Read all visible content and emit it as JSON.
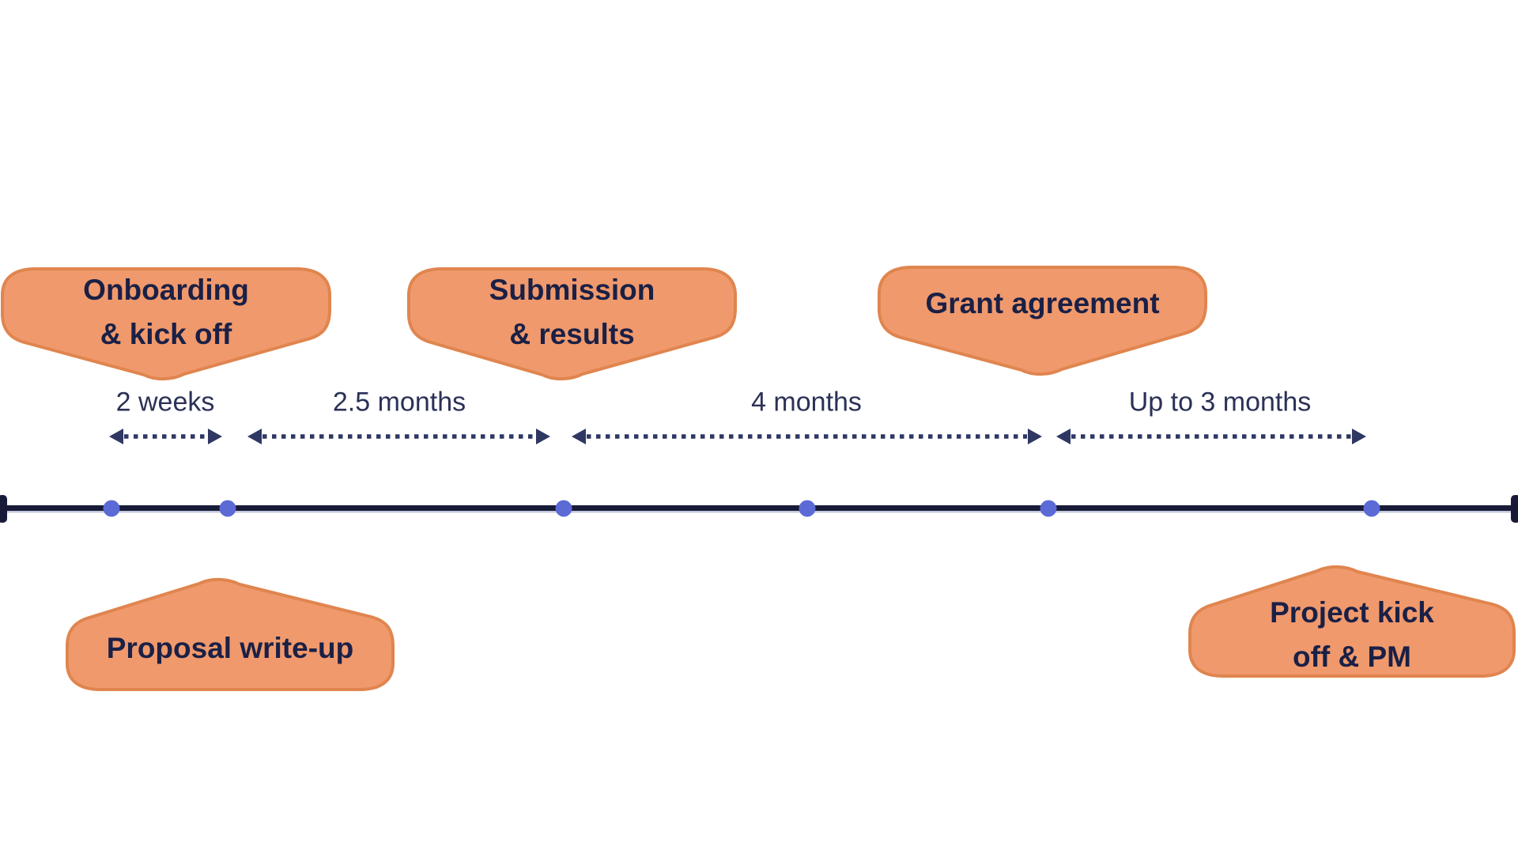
{
  "diagram": {
    "type": "timeline",
    "stages_above": [
      {
        "label": "Onboarding & kick off",
        "lines": [
          "Onboarding",
          "& kick off"
        ]
      },
      {
        "label": "Submission & results",
        "lines": [
          "Submission",
          "& results"
        ]
      },
      {
        "label": "Grant agreement",
        "lines": [
          "Grant agreement"
        ]
      }
    ],
    "stages_below": [
      {
        "label": "Proposal write-up",
        "lines": [
          "Proposal write-up"
        ]
      },
      {
        "label": "Project kick off & PM",
        "lines": [
          "Project kick",
          "off & PM"
        ]
      }
    ],
    "durations": [
      "2 weeks",
      "2.5 months",
      "4 months",
      "Up to 3 months"
    ],
    "milestone_dot_count": 6
  },
  "colors": {
    "page_bg": "#ffffff",
    "callout_fill": "#F0996C",
    "callout_border": "#E0854F",
    "text_navy": "#1A2046",
    "duration_text": "#2B3157",
    "timeline": "#181B38",
    "timeline_under": "#C4C8DB",
    "dot": "#5B6AD5",
    "arrow": "#2F3763"
  }
}
